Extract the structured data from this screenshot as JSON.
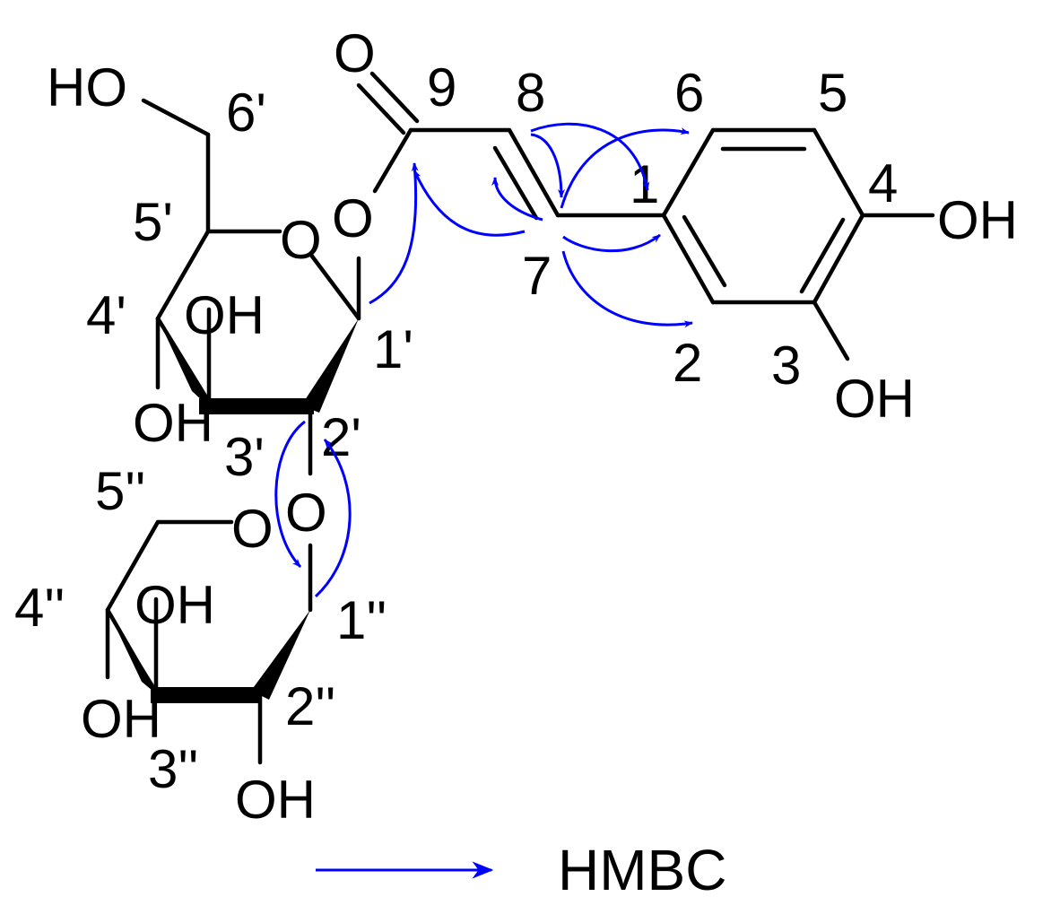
{
  "atoms": {
    "oxygen_top": "O",
    "oh_c4": "OH",
    "oh_c3": "OH",
    "ho_6p": "HO",
    "ring_o_glc": "O",
    "ester_o": "O",
    "oh_4p": "OH",
    "oh_3p": "OH",
    "link_o": "O",
    "ring_o_xyl": "O",
    "oh_4pp": "OH",
    "oh_3pp": "OH",
    "oh_2pp": "OH"
  },
  "positions": {
    "c1": "1",
    "c2": "2",
    "c3": "3",
    "c4": "4",
    "c5": "5",
    "c6": "6",
    "c7": "7",
    "c8": "8",
    "c9": "9",
    "c1p": "1'",
    "c2p": "2'",
    "c3p": "3'",
    "c4p": "4'",
    "c5p": "5'",
    "c6p": "6'",
    "c1pp": "1''",
    "c2pp": "2''",
    "c3pp": "3''",
    "c4pp": "4''",
    "c5pp": "5''"
  },
  "legend": {
    "label": "HMBC"
  },
  "colors": {
    "bond": "#000000",
    "hmbc_arrow": "#0000ff"
  }
}
